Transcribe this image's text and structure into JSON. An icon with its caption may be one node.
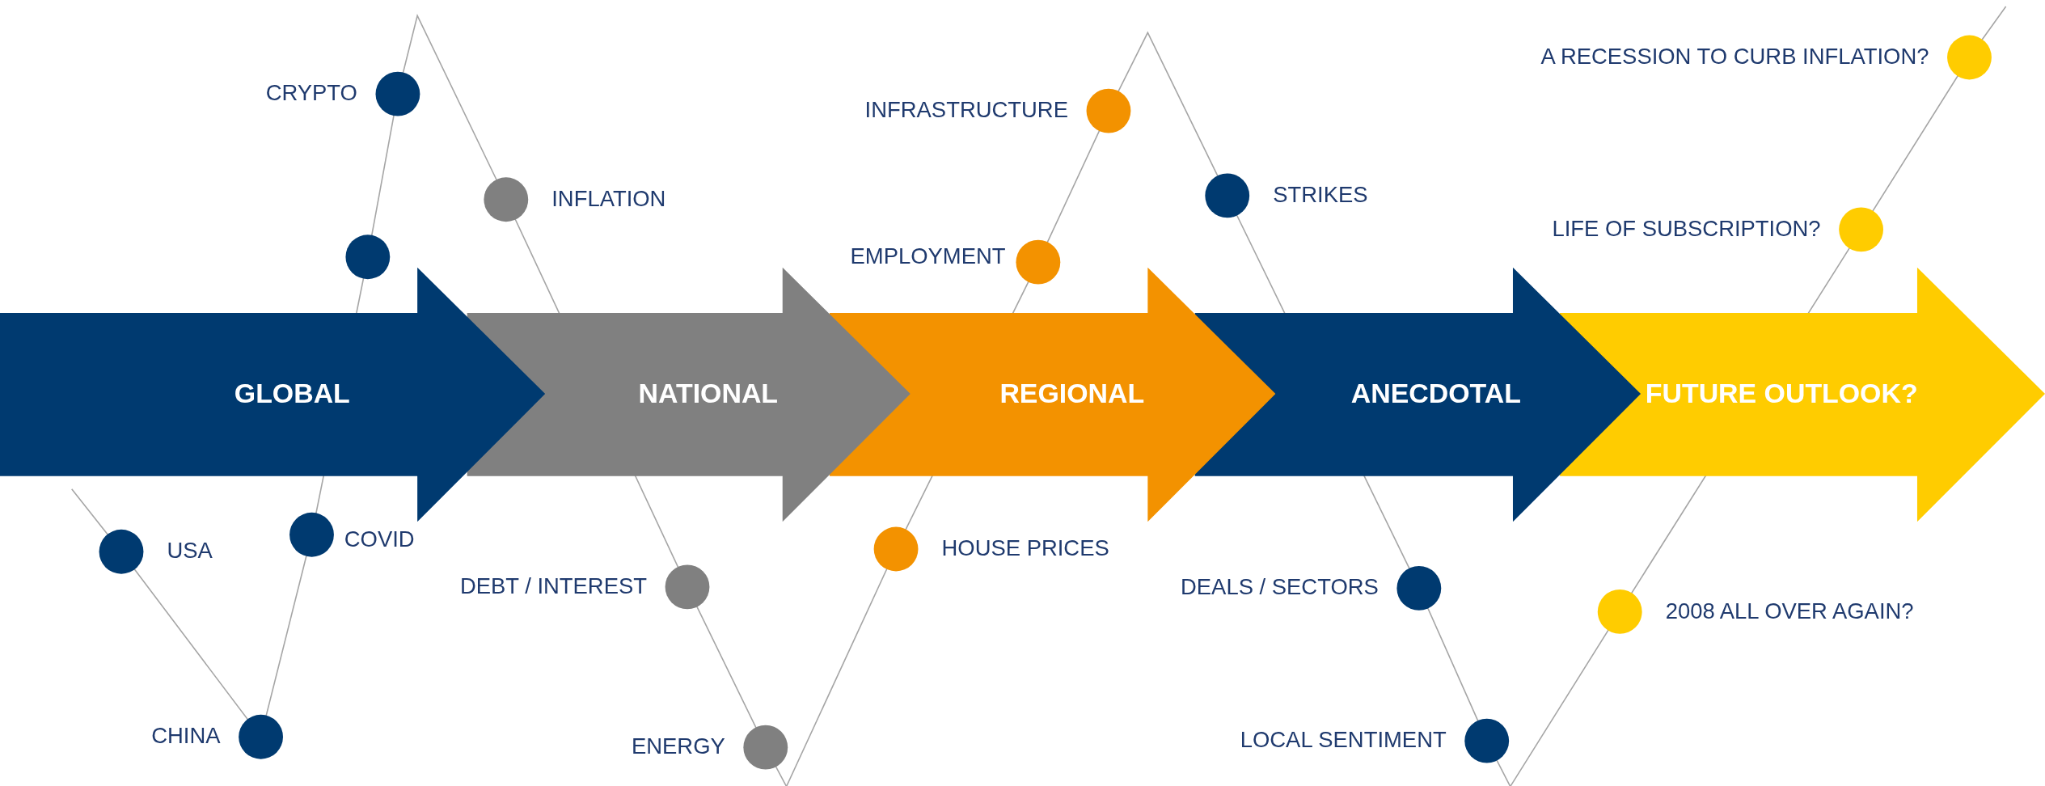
{
  "diagram": {
    "nodes": [
      {
        "text": [
          "GLOBAL"
        ]
      },
      {
        "text": [
          "NATIONAL"
        ]
      },
      {
        "text": [
          "REGIONAL"
        ]
      },
      {
        "text": [
          "ANECDOTAL"
        ]
      },
      {
        "text": [
          "FUTURE OUTLOOK?"
        ]
      },
      {
        "text": [],
        "shape": "circle",
        "beside": [
          "USA"
        ]
      },
      {
        "text": [],
        "shape": "circle",
        "beside": [
          "CHINA"
        ]
      },
      {
        "text": [],
        "shape": "circle",
        "beside": [
          "COVID"
        ]
      },
      {
        "text": [],
        "shape": "circle"
      },
      {
        "text": [],
        "shape": "circle",
        "beside": [
          "CRYPTO"
        ]
      },
      {
        "text": [],
        "shape": "circle",
        "beside": [
          "INFLATION"
        ]
      },
      {
        "text": [],
        "shape": "circle",
        "beside": [
          "DEBT / INTEREST"
        ]
      },
      {
        "text": [],
        "shape": "circle",
        "beside": [
          "ENERGY"
        ]
      },
      {
        "text": [],
        "shape": "circle",
        "beside": [
          "HOUSE PRICES"
        ]
      },
      {
        "text": [],
        "shape": "circle",
        "beside": [
          "EMPLOYMENT"
        ]
      },
      {
        "text": [],
        "shape": "circle",
        "beside": [
          "INFRASTRUCTURE"
        ]
      },
      {
        "text": [],
        "shape": "circle",
        "beside": [
          "STRIKES"
        ]
      },
      {
        "text": [],
        "shape": "circle",
        "beside": [
          "DEALS / SECTORS"
        ]
      },
      {
        "text": [],
        "shape": "circle",
        "beside": [
          "LOCAL SENTIMENT"
        ]
      },
      {
        "text": [],
        "shape": "circle",
        "beside": [
          "2008 ALL OVER AGAIN?"
        ]
      },
      {
        "text": [],
        "shape": "circle",
        "beside": [
          "LIFE OF SUBSCRIPTION?"
        ]
      },
      {
        "text": [],
        "shape": "circle",
        "beside": [
          "A RECESSION TO CURB INFLATION?"
        ]
      }
    ]
  }
}
